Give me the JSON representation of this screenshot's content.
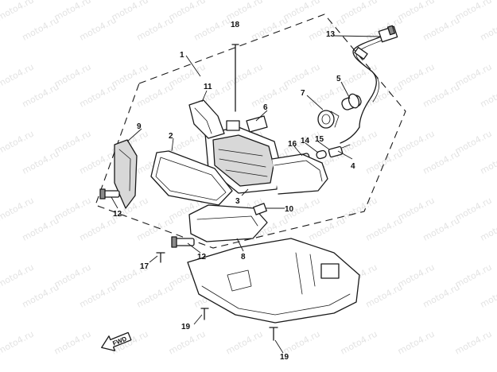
{
  "callouts": [
    {
      "id": "1",
      "label": "1"
    },
    {
      "id": "2",
      "label": "2"
    },
    {
      "id": "3",
      "label": "3"
    },
    {
      "id": "4",
      "label": "4"
    },
    {
      "id": "5",
      "label": "5"
    },
    {
      "id": "6",
      "label": "6"
    },
    {
      "id": "7",
      "label": "7"
    },
    {
      "id": "8",
      "label": "8"
    },
    {
      "id": "9",
      "label": "9"
    },
    {
      "id": "10",
      "label": "10"
    },
    {
      "id": "11",
      "label": "11"
    },
    {
      "id": "12a",
      "label": "12"
    },
    {
      "id": "12b",
      "label": "12"
    },
    {
      "id": "13",
      "label": "13"
    },
    {
      "id": "14",
      "label": "14"
    },
    {
      "id": "15",
      "label": "15"
    },
    {
      "id": "16",
      "label": "16"
    },
    {
      "id": "17",
      "label": "17"
    },
    {
      "id": "18",
      "label": "18"
    },
    {
      "id": "19a",
      "label": "19"
    },
    {
      "id": "19b",
      "label": "19"
    }
  ],
  "direction_arrow": {
    "label": "FWD"
  },
  "watermark": {
    "text": "moto4.ru"
  }
}
